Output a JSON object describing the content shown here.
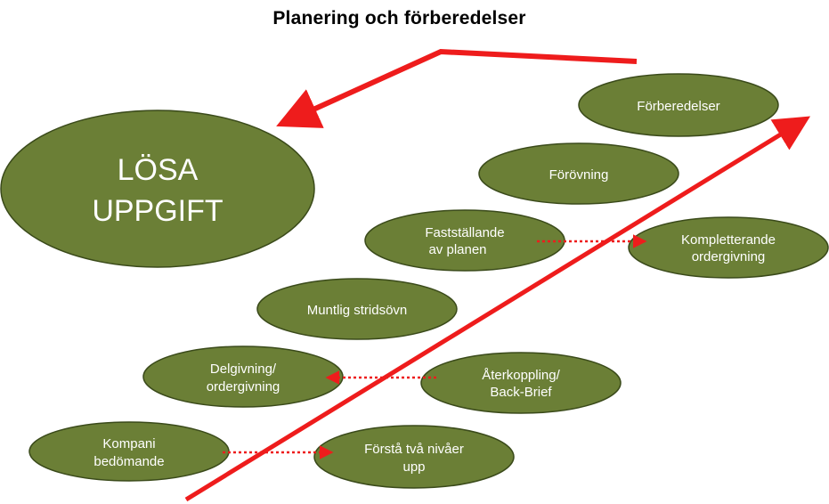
{
  "diagram": {
    "title": "Planering och förberedelser",
    "main_goal": {
      "lines": [
        "LÖSA",
        "UPPGIFT"
      ]
    },
    "nodes": [
      {
        "id": "forberedelser",
        "lines": [
          "Förberedelser"
        ]
      },
      {
        "id": "forovning",
        "lines": [
          "Förövning"
        ]
      },
      {
        "id": "faststallande",
        "lines": [
          "Fastställande",
          "av planen"
        ]
      },
      {
        "id": "kompletterande",
        "lines": [
          "Kompletterande",
          "ordergivning"
        ]
      },
      {
        "id": "muntlig",
        "lines": [
          "Muntlig stridsövn"
        ]
      },
      {
        "id": "delgivning",
        "lines": [
          "Delgivning/",
          "ordergivning"
        ]
      },
      {
        "id": "aterkoppling",
        "lines": [
          "Återkoppling/",
          "Back-Brief"
        ]
      },
      {
        "id": "kompani",
        "lines": [
          "Kompani",
          "bedömande"
        ]
      },
      {
        "id": "forsta",
        "lines": [
          "Förstå två nivåer",
          "upp"
        ]
      }
    ],
    "colors": {
      "node_fill": "#6b7f36",
      "node_stroke": "#3a4a1a",
      "text": "#ffffff",
      "arrow": "#ee1c1c"
    }
  }
}
